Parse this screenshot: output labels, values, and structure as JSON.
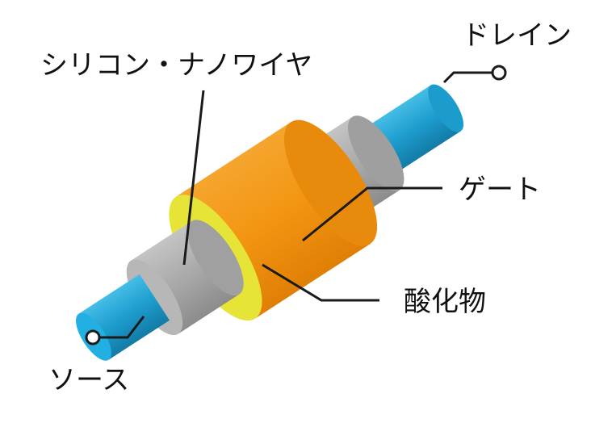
{
  "labels": {
    "drain": "ドレイン",
    "nanowire": "シリコン・ナノワイヤ",
    "gate": "ゲート",
    "oxide": "酸化物",
    "source": "ソース"
  },
  "colors": {
    "silicon": "#1c9ccd",
    "silicon_cap": "#22afe2",
    "oxide_gray": "#a8a8a8",
    "gate_orange": "#f39512",
    "insulator_yellow": "#e6e437",
    "line": "#1a1a1a"
  }
}
